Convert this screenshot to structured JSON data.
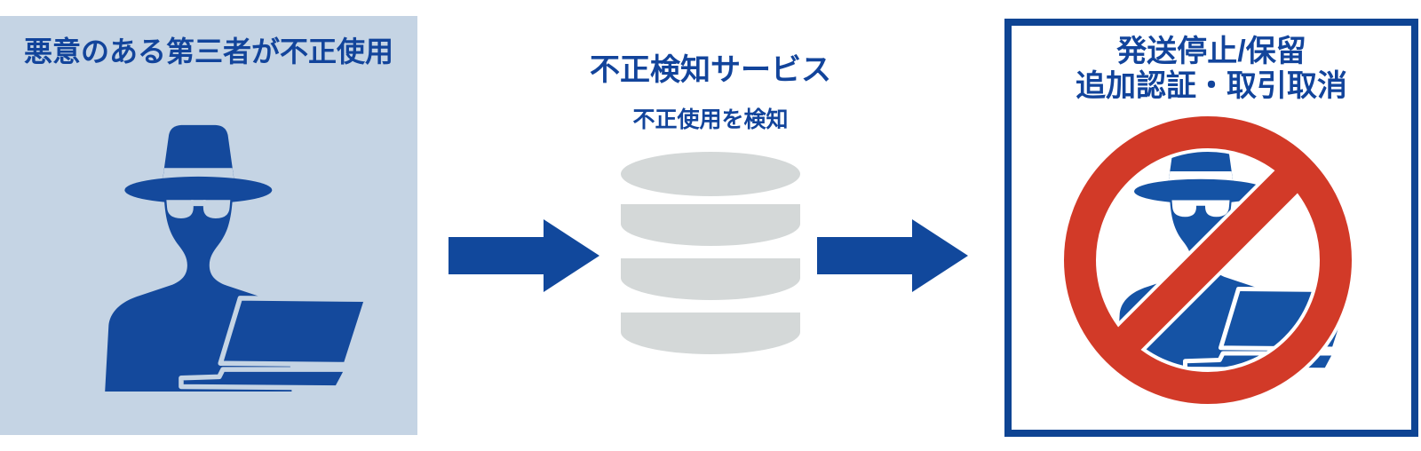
{
  "diagram": {
    "left_panel": {
      "title": "悪意のある第三者が不正使用",
      "icon": "hacker-icon"
    },
    "flow": {
      "arrow_1": "arrow-right-icon",
      "arrow_2": "arrow-right-icon"
    },
    "detection": {
      "title": "不正検知サービス",
      "caption": "不正使用を検知",
      "icon": "database-icon"
    },
    "result_panel": {
      "title_line1": "発送停止/保留",
      "title_line2": "追加認証・取引取消",
      "icons": [
        "hacker-icon",
        "no-entry-icon"
      ]
    }
  },
  "colors": {
    "panel_background": "#C5D4E4",
    "icon_blue_left": "#14499C",
    "icon_blue_right": "#1553A5",
    "arrow_blue": "#11489C",
    "text_blue": "#12449B",
    "box_border_blue": "#0E4493",
    "database_gray": "#D4D8D8",
    "prohibition_red": "#D23A28"
  }
}
